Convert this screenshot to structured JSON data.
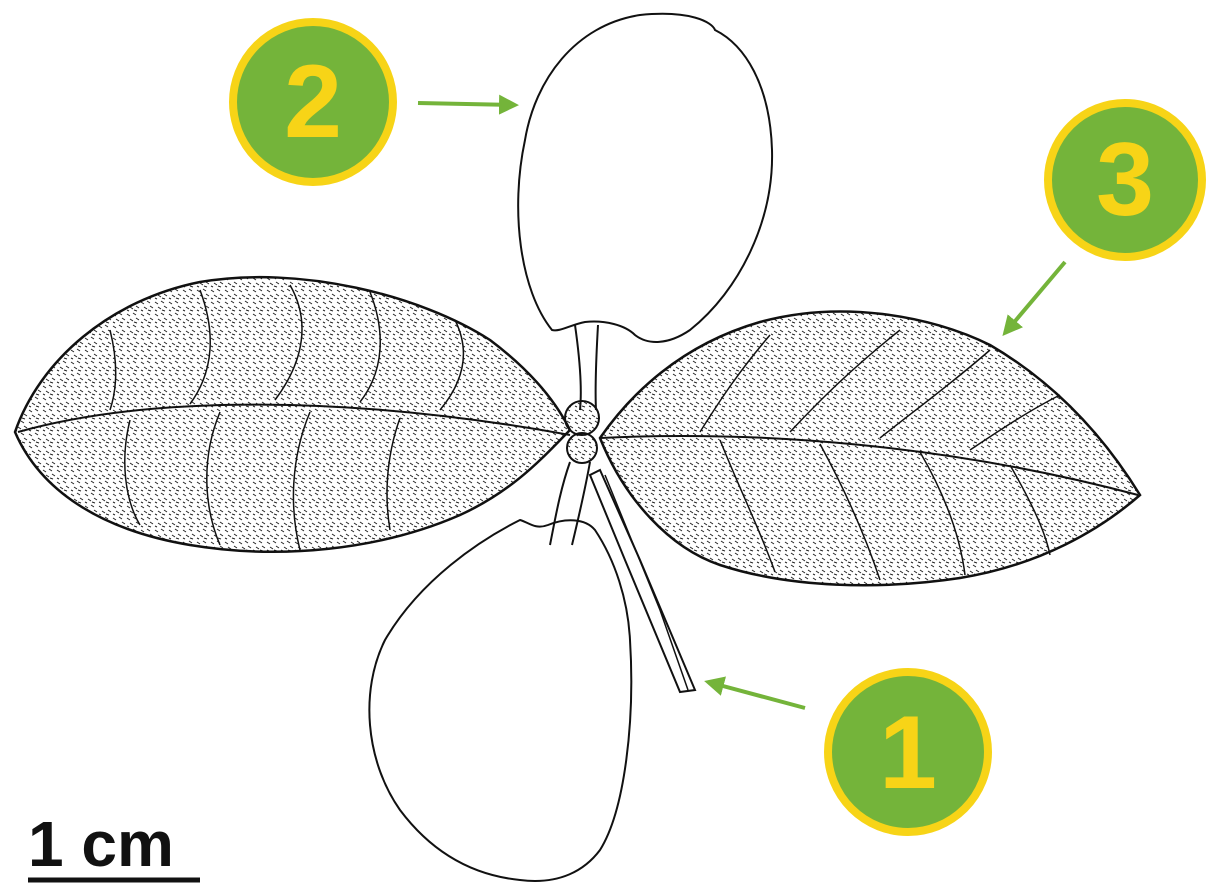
{
  "colors": {
    "badge_fill": "#74b43a",
    "badge_ring": "#f7d417",
    "badge_text": "#f7d417",
    "arrow": "#74b43a",
    "ink": "#111111",
    "paper": "#ffffff"
  },
  "labels": [
    {
      "id": "1",
      "text": "1"
    },
    {
      "id": "2",
      "text": "2"
    },
    {
      "id": "3",
      "text": "3"
    }
  ],
  "scale": {
    "text": "1 cm"
  }
}
